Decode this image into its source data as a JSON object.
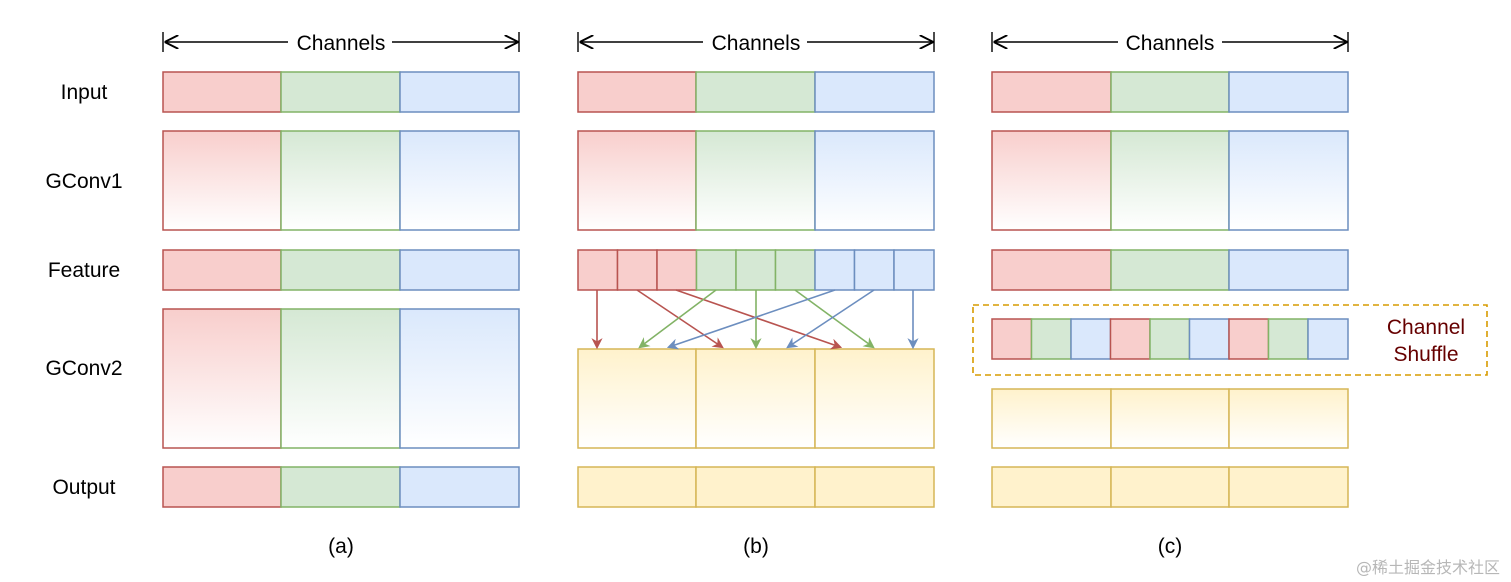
{
  "row_labels": {
    "input": "Input",
    "gconv1": "GConv1",
    "feature": "Feature",
    "gconv2": "GConv2",
    "output": "Output"
  },
  "channels_label": "Channels",
  "panel_labels": [
    "(a)",
    "(b)",
    "(c)"
  ],
  "shuffle_label": {
    "line1": "Channel",
    "line2": "Shuffle"
  },
  "watermark": "@稀土掘金技术社区",
  "colors": {
    "red_fill": "#f8cecc",
    "red_stroke": "#b85450",
    "green_fill": "#d5e8d4",
    "green_stroke": "#82b366",
    "blue_fill": "#dae8fc",
    "blue_stroke": "#6c8ebf",
    "yellow_fill": "#fff2cc",
    "yellow_stroke": "#d6b656",
    "shuffle_border": "#d79b00",
    "shuffle_text": "#660000"
  }
}
